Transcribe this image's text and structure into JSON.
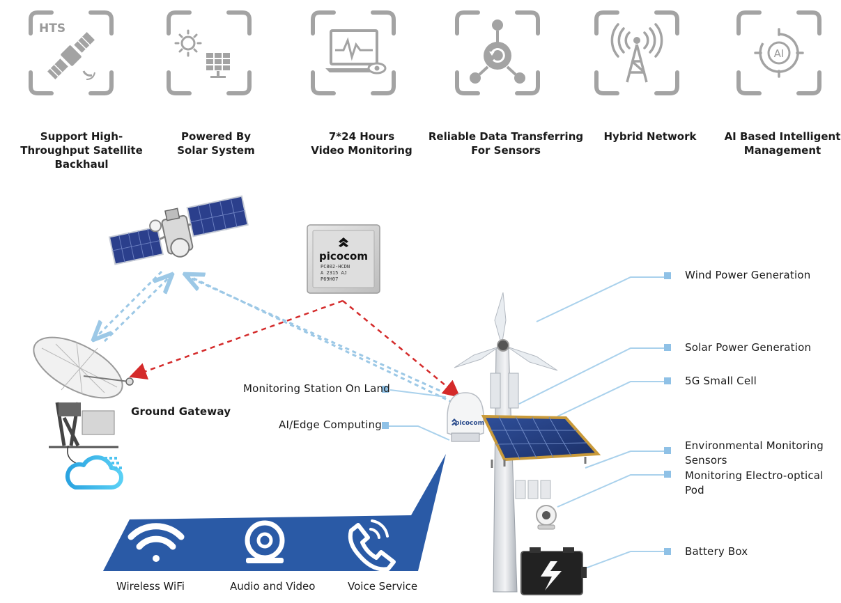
{
  "features": [
    {
      "icon": "satellite-hts-icon",
      "badge": "HTS",
      "caption": [
        "Support High-",
        "Throughput Satellite Backhaul"
      ]
    },
    {
      "icon": "solar-system-icon",
      "caption": [
        "Powered By",
        "Solar System"
      ]
    },
    {
      "icon": "video-monitoring-icon",
      "caption": [
        "7*24 Hours",
        "Video Monitoring"
      ]
    },
    {
      "icon": "data-transfer-icon",
      "caption": [
        "Reliable Data Transferring",
        "For Sensors"
      ]
    },
    {
      "icon": "hybrid-network-icon",
      "caption": [
        "Hybrid Network"
      ]
    },
    {
      "icon": "ai-management-icon",
      "badge": "AI",
      "caption": [
        "AI Based Intelligent",
        "Management"
      ]
    }
  ],
  "chip": {
    "brand": "picocom",
    "lines": [
      "PC802-HCDN",
      "A 2315 AJ",
      "P69H07"
    ]
  },
  "terminal_brand": "picocom",
  "labels": {
    "ground_gateway": "Ground Gateway",
    "monitoring_station": "Monitoring Station On Land",
    "ai_edge": "AI/Edge Computing",
    "wind": "Wind Power Generation",
    "solar": "Solar Power Generation",
    "small_cell": "5G Small Cell",
    "env_sensors": "Environmental Monitoring Sensors",
    "eo_pod": "Monitoring Electro-optical Pod",
    "battery": "Battery Box"
  },
  "services": [
    {
      "icon": "wifi-icon",
      "label": "Wireless WiFi"
    },
    {
      "icon": "webcam-icon",
      "label": "Audio and Video"
    },
    {
      "icon": "phone-icon",
      "label": "Voice Service"
    }
  ],
  "colors": {
    "icon_gray": "#9a9a9a",
    "panel_blue": "#2a5aa6",
    "dash_red": "#d42a2a",
    "link_blue": "#9cc8e6",
    "marker": "#8fc1e6"
  }
}
